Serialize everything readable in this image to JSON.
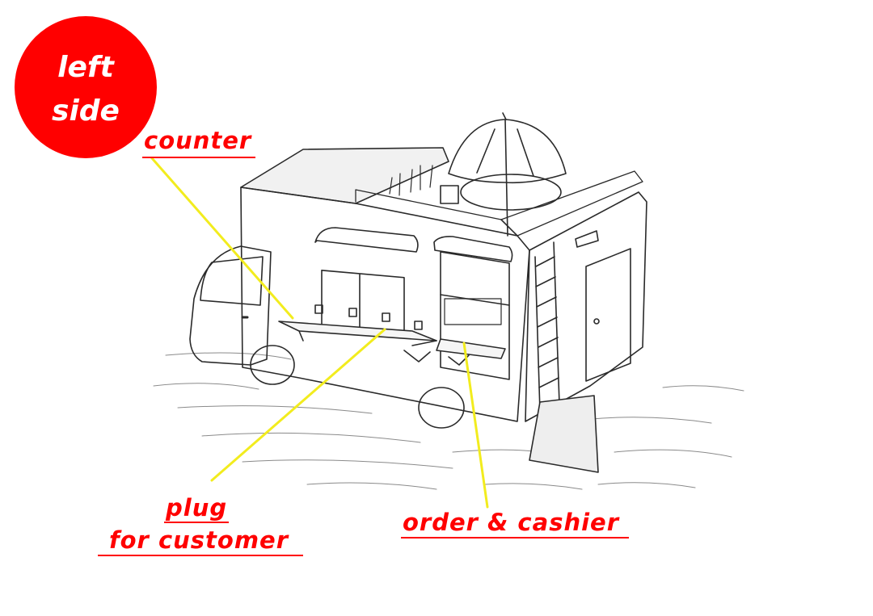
{
  "colors": {
    "accent_red": "#ff0000",
    "leader_yellow": "#f2ec1e",
    "ink": "#2a2a2a"
  },
  "badge": {
    "line1": "left",
    "line2": "side"
  },
  "callouts": {
    "counter": "counter",
    "plug_line1": "plug",
    "plug_line2": "for customer",
    "order": "order & cashier"
  }
}
